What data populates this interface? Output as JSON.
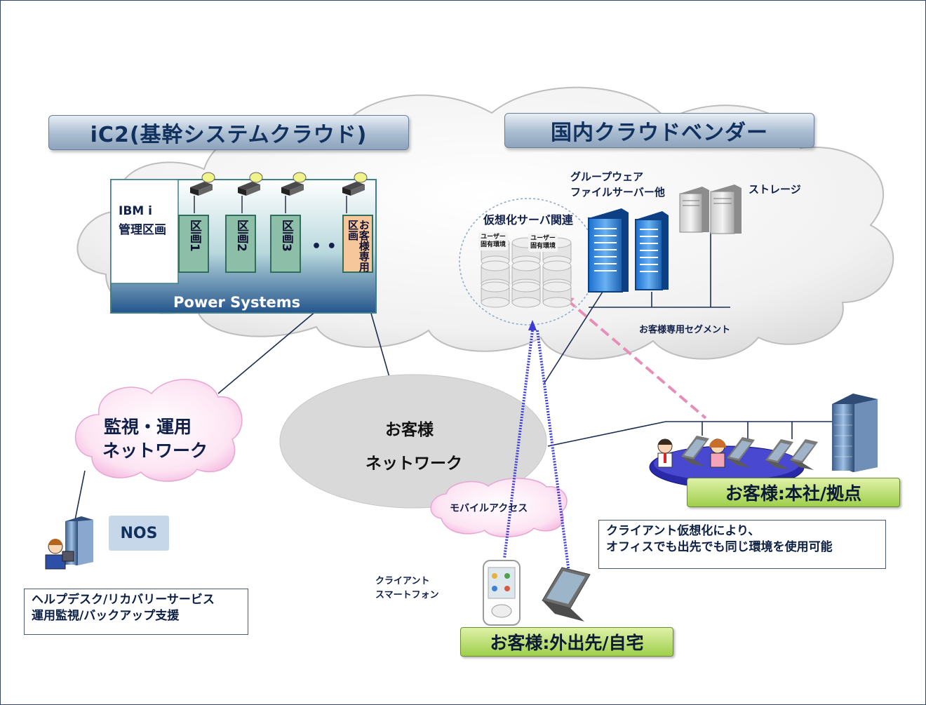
{
  "ic2": {
    "title": "iC2(基幹システムクラウド)"
  },
  "vendor": {
    "title": "国内クラウドベンダー"
  },
  "power": {
    "ibm_line1": "IBM i",
    "ibm_line2": "管理区画",
    "partitions": [
      "区画1",
      "区画2",
      "区画3"
    ],
    "dots": "• •",
    "customer_partition": "お客様専用区画",
    "footer": "Power Systems"
  },
  "virtualization": {
    "label": "仮想化サーバ関連",
    "user_env_1": "ユーザー\n固有環境",
    "user_env_2": "ユーザー\n固有環境"
  },
  "groupware": {
    "line1": "グループウェア",
    "line2": "ファイルサーバー他"
  },
  "storage": {
    "label": "ストレージ"
  },
  "segment": {
    "label": "お客様専用セグメント"
  },
  "monitoring": {
    "line1": "監視・運用",
    "line2": "ネットワーク"
  },
  "customer_network": {
    "line1": "お客様",
    "line2": "ネットワーク"
  },
  "mobile": {
    "label": "モバイルアクセス"
  },
  "nos": {
    "label": "NOS"
  },
  "helpdesk": {
    "line1": "ヘルプデスク/リカバリーサービス",
    "line2": "運用監視/バックアップ支援"
  },
  "client": {
    "line1": "クライアント",
    "line2": "スマートフォン"
  },
  "remote": {
    "label": "お客様:外出先/自宅"
  },
  "hq": {
    "label": "お客様:本社/拠点"
  },
  "note": {
    "line1": "クライアント仮想化により、",
    "line2": "オフィスでも出先でも同じ環境を使用可能"
  },
  "colors": {
    "accent_blue": "#10305e",
    "green": "#9fcf4b",
    "teal": "#8dbfa8",
    "orange": "#f6c79a",
    "pink_line": "#e58fb8"
  }
}
